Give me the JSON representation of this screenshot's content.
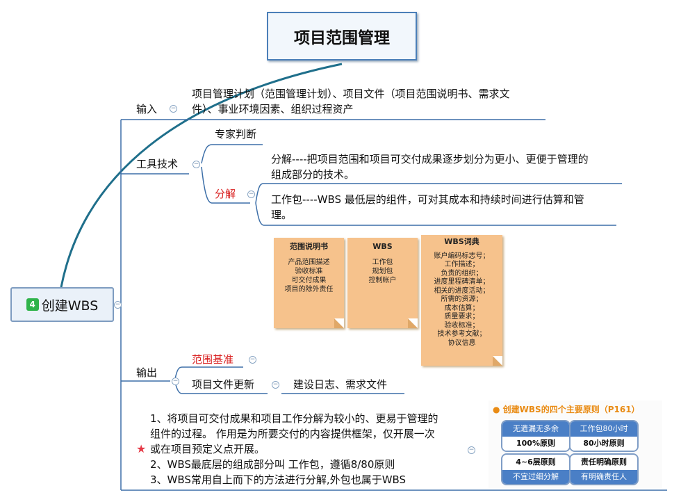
{
  "title": "项目范围管理",
  "root": {
    "badge": "4",
    "label": "创建WBS"
  },
  "input": {
    "label": "输入",
    "text_line1": "项目管理计划（范围管理计划）、项目文件（项目范围说明书、需求文",
    "text_line2": "件）、事业环境因素、组织过程资产"
  },
  "tools": {
    "label": "工具技术",
    "expert": "专家判断",
    "decompose": "分解",
    "decompose_line1": "分解----把项目范围和项目可交付成果逐步划分为更小、更便于管理的",
    "decompose_line2": "组成部分的技术。",
    "workpack_line1": "工作包----WBS 最低层的组件，可对其成本和持续时间进行估算和管",
    "workpack_line2": "理。"
  },
  "baseline_image": {
    "panels": [
      {
        "title": "范围说明书",
        "items": [
          "产品范围描述",
          "验收标准",
          "可交付成果",
          "项目的除外责任"
        ]
      },
      {
        "title": "WBS",
        "items": [
          "工作包",
          "规划包",
          "控制帐户"
        ]
      },
      {
        "title": "WBS词典",
        "items": [
          "账户编码标志号；",
          "工作描述；",
          "负责的组织；",
          "进度里程碑清单；",
          "相关的进度活动；",
          "所需的资源；",
          "成本估算；",
          "质量要求；",
          "验收标准；",
          "技术参考文献；",
          "协议信息"
        ]
      }
    ]
  },
  "output": {
    "label": "输出",
    "baseline": "范围基准",
    "docs_update": "项目文件更新",
    "docs_detail": "建设日志、需求文件"
  },
  "notes": {
    "line1": "1、将项目可交付成果和项目工作分解为较小的、更易于管理的",
    "line2": "组件的过程。 作用是为所要交付的内容提供框架，仅开展一次",
    "line3": "或在项目预定义点开展。",
    "line4": "2、WBS最底层的组成部分叫 工作包，遵循8/80原则",
    "line5": "3、WBS常用自上而下的方法进行分解,外包也属于WBS"
  },
  "principles": {
    "title": "创建WBS的四个主要原则（P161）",
    "items": [
      {
        "top": "无遗漏无多余",
        "bottom": "100%原则"
      },
      {
        "top": "工作包80小时",
        "bottom": "80小时原则"
      },
      {
        "top": "4~6层原则",
        "bottom": "不宜过细分解"
      },
      {
        "top": "责任明确原则",
        "bottom": "有明确责任人"
      }
    ]
  },
  "colors": {
    "line": "#1f6f8b",
    "underline": "#3d6fa8",
    "accent_red": "#d92020",
    "panel": "#f6c28c"
  }
}
